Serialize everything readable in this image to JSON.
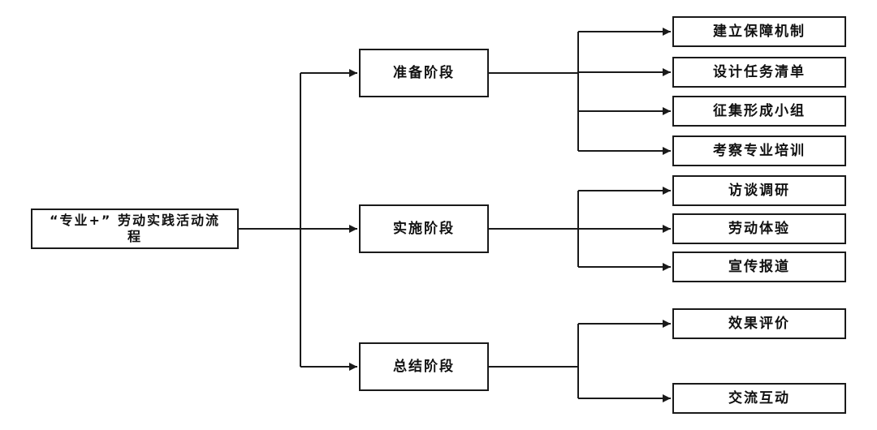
{
  "root": {
    "label": "“专业+” 劳动实践活动流程"
  },
  "stages": [
    {
      "label": "准备阶段",
      "tasks": [
        "建立保障机制",
        "设计任务清单",
        "征集形成小组",
        "考察专业培训"
      ]
    },
    {
      "label": "实施阶段",
      "tasks": [
        "访谈调研",
        "劳动体验",
        "宣传报道"
      ]
    },
    {
      "label": "总结阶段",
      "tasks": [
        "效果评价",
        "交流互动"
      ]
    }
  ],
  "colors": {
    "line": "#1a1a1a",
    "text": "#111111",
    "background": "#ffffff"
  }
}
